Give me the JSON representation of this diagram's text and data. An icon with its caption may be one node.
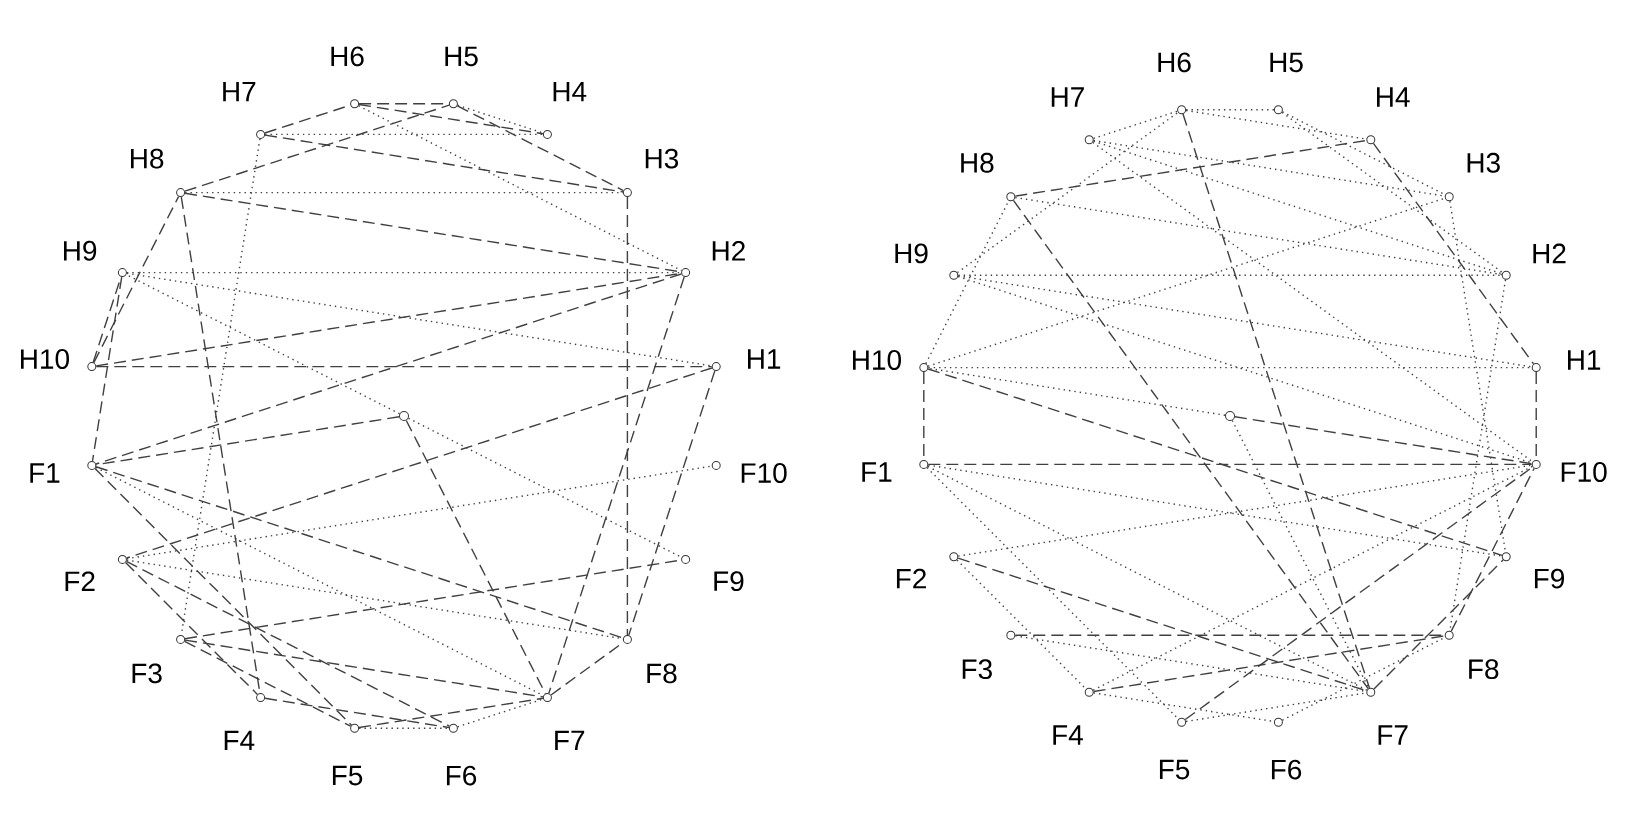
{
  "diagram": {
    "nodes": [
      {
        "text": [
          "H1"
        ]
      },
      {
        "text": [
          "H2"
        ]
      },
      {
        "text": [
          "H3"
        ]
      },
      {
        "text": [
          "H4"
        ]
      },
      {
        "text": [
          "H5"
        ]
      },
      {
        "text": [
          "H6"
        ]
      },
      {
        "text": [
          "H7"
        ]
      },
      {
        "text": [
          "H8"
        ]
      },
      {
        "text": [
          "H9"
        ]
      },
      {
        "text": [
          "H10"
        ]
      },
      {
        "text": [
          "F1"
        ]
      },
      {
        "text": [
          "F2"
        ]
      },
      {
        "text": [
          "F3"
        ]
      },
      {
        "text": [
          "F4"
        ]
      },
      {
        "text": [
          "F5"
        ]
      },
      {
        "text": [
          "F6"
        ]
      },
      {
        "text": [
          "F7"
        ]
      },
      {
        "text": [
          "F8"
        ]
      },
      {
        "text": [
          "F9"
        ]
      },
      {
        "text": [
          "F10"
        ]
      },
      {
        "text": [],
        "shape": "circle"
      },
      {
        "text": [
          "H1"
        ]
      },
      {
        "text": [
          "H2"
        ]
      },
      {
        "text": [
          "H3"
        ]
      },
      {
        "text": [
          "H4"
        ]
      },
      {
        "text": [
          "H5"
        ]
      },
      {
        "text": [
          "H6"
        ]
      },
      {
        "text": [
          "H7"
        ]
      },
      {
        "text": [
          "H8"
        ]
      },
      {
        "text": [
          "H9"
        ]
      },
      {
        "text": [
          "H10"
        ]
      },
      {
        "text": [
          "F1"
        ]
      },
      {
        "text": [
          "F2"
        ]
      },
      {
        "text": [
          "F3"
        ]
      },
      {
        "text": [
          "F4"
        ]
      },
      {
        "text": [
          "F5"
        ]
      },
      {
        "text": [
          "F6"
        ]
      },
      {
        "text": [
          "F7"
        ]
      },
      {
        "text": [
          "F8"
        ]
      },
      {
        "text": [
          "F9"
        ]
      },
      {
        "text": [
          "F10"
        ]
      },
      {
        "text": [],
        "shape": "circle"
      }
    ],
    "edges": [
      {
        "from": 5,
        "to": 4,
        "arrow": "none",
        "style": "dashed"
      },
      {
        "from": 6,
        "to": 5,
        "arrow": "none",
        "style": "dashed"
      },
      {
        "from": 4,
        "to": 3,
        "arrow": "none"
      },
      {
        "from": 5,
        "to": 3,
        "arrow": "none",
        "style": "dashed"
      },
      {
        "from": 6,
        "to": 2,
        "arrow": "none",
        "style": "dashed"
      },
      {
        "from": 7,
        "to": 1,
        "arrow": "none",
        "style": "dashed"
      },
      {
        "from": 7,
        "to": 2,
        "arrow": "none"
      },
      {
        "from": 8,
        "to": 1,
        "arrow": "none"
      },
      {
        "from": 8,
        "to": 0,
        "arrow": "none"
      },
      {
        "from": 7,
        "to": 4,
        "arrow": "none",
        "style": "dashed"
      },
      {
        "from": 6,
        "to": 3,
        "arrow": "none"
      },
      {
        "from": 9,
        "to": 1,
        "arrow": "none",
        "style": "dashed"
      },
      {
        "from": 9,
        "to": 7,
        "arrow": "none",
        "style": "dashed"
      },
      {
        "from": 9,
        "to": 8,
        "arrow": "none",
        "style": "dashed"
      },
      {
        "from": 5,
        "to": 1,
        "arrow": "none"
      },
      {
        "from": 4,
        "to": 2,
        "arrow": "none",
        "style": "dashed"
      },
      {
        "from": 8,
        "to": 10,
        "arrow": "none",
        "style": "dashed"
      },
      {
        "from": 7,
        "to": 13,
        "arrow": "none",
        "style": "dashed"
      },
      {
        "from": 6,
        "to": 12,
        "arrow": "none"
      },
      {
        "from": 1,
        "to": 16,
        "arrow": "none",
        "style": "dashed"
      },
      {
        "from": 0,
        "to": 17,
        "arrow": "none",
        "style": "dashed"
      },
      {
        "from": 0,
        "to": 11,
        "arrow": "none",
        "style": "dashed"
      },
      {
        "from": 1,
        "to": 10,
        "arrow": "none",
        "style": "dashed"
      },
      {
        "from": 9,
        "to": 0,
        "arrow": "none",
        "style": "dashed"
      },
      {
        "from": 2,
        "to": 17,
        "arrow": "none",
        "style": "dashed"
      },
      {
        "from": 10,
        "to": 14,
        "arrow": "none",
        "style": "dashed"
      },
      {
        "from": 10,
        "to": 16,
        "arrow": "none"
      },
      {
        "from": 10,
        "to": 17,
        "arrow": "none",
        "style": "dashed"
      },
      {
        "from": 11,
        "to": 13,
        "arrow": "none",
        "style": "dashed"
      },
      {
        "from": 11,
        "to": 15,
        "arrow": "none",
        "style": "dashed"
      },
      {
        "from": 11,
        "to": 17,
        "arrow": "none"
      },
      {
        "from": 12,
        "to": 14,
        "arrow": "none",
        "style": "dashed"
      },
      {
        "from": 12,
        "to": 16,
        "arrow": "none",
        "style": "dashed"
      },
      {
        "from": 13,
        "to": 15,
        "arrow": "none",
        "style": "dashed"
      },
      {
        "from": 14,
        "to": 15,
        "arrow": "none"
      },
      {
        "from": 14,
        "to": 16,
        "arrow": "none",
        "style": "dashed"
      },
      {
        "from": 15,
        "to": 16,
        "arrow": "none"
      },
      {
        "from": 16,
        "to": 17,
        "arrow": "none",
        "style": "dashed"
      },
      {
        "from": 11,
        "to": 19,
        "arrow": "none"
      },
      {
        "from": 12,
        "to": 18,
        "arrow": "none",
        "style": "dashed"
      },
      {
        "from": 20,
        "to": 18,
        "arrow": "none"
      },
      {
        "from": 20,
        "to": 8,
        "arrow": "none"
      },
      {
        "from": 20,
        "to": 10,
        "arrow": "none",
        "style": "dashed"
      },
      {
        "from": 20,
        "to": 16,
        "arrow": "none",
        "style": "dashed"
      },
      {
        "from": 26,
        "to": 25,
        "arrow": "none"
      },
      {
        "from": 27,
        "to": 26,
        "arrow": "none"
      },
      {
        "from": 26,
        "to": 24,
        "arrow": "none"
      },
      {
        "from": 27,
        "to": 23,
        "arrow": "none"
      },
      {
        "from": 28,
        "to": 22,
        "arrow": "none"
      },
      {
        "from": 29,
        "to": 22,
        "arrow": "none"
      },
      {
        "from": 29,
        "to": 21,
        "arrow": "none"
      },
      {
        "from": 30,
        "to": 21,
        "arrow": "none"
      },
      {
        "from": 30,
        "to": 23,
        "arrow": "none"
      },
      {
        "from": 28,
        "to": 24,
        "arrow": "none",
        "style": "dashed"
      },
      {
        "from": 27,
        "to": 22,
        "arrow": "none"
      },
      {
        "from": 25,
        "to": 22,
        "arrow": "none"
      },
      {
        "from": 25,
        "to": 23,
        "arrow": "none"
      },
      {
        "from": 24,
        "to": 21,
        "arrow": "none",
        "style": "dashed"
      },
      {
        "from": 30,
        "to": 28,
        "arrow": "none"
      },
      {
        "from": 29,
        "to": 26,
        "arrow": "none"
      },
      {
        "from": 30,
        "to": 31,
        "arrow": "none",
        "style": "dashed"
      },
      {
        "from": 30,
        "to": 39,
        "arrow": "none",
        "style": "dashed"
      },
      {
        "from": 29,
        "to": 40,
        "arrow": "none"
      },
      {
        "from": 28,
        "to": 37,
        "arrow": "none",
        "style": "dashed"
      },
      {
        "from": 26,
        "to": 37,
        "arrow": "none",
        "style": "dashed"
      },
      {
        "from": 22,
        "to": 38,
        "arrow": "none"
      },
      {
        "from": 21,
        "to": 40,
        "arrow": "none",
        "style": "dashed"
      },
      {
        "from": 23,
        "to": 39,
        "arrow": "none"
      },
      {
        "from": 27,
        "to": 40,
        "arrow": "none"
      },
      {
        "from": 31,
        "to": 40,
        "arrow": "none",
        "style": "dashed"
      },
      {
        "from": 33,
        "to": 38,
        "arrow": "none",
        "style": "dashed"
      },
      {
        "from": 31,
        "to": 35,
        "arrow": "none"
      },
      {
        "from": 31,
        "to": 37,
        "arrow": "none"
      },
      {
        "from": 31,
        "to": 39,
        "arrow": "none"
      },
      {
        "from": 32,
        "to": 34,
        "arrow": "none"
      },
      {
        "from": 32,
        "to": 37,
        "arrow": "none",
        "style": "dashed"
      },
      {
        "from": 32,
        "to": 40,
        "arrow": "none"
      },
      {
        "from": 33,
        "to": 37,
        "arrow": "none"
      },
      {
        "from": 34,
        "to": 36,
        "arrow": "none"
      },
      {
        "from": 34,
        "to": 38,
        "arrow": "none",
        "style": "dashed"
      },
      {
        "from": 35,
        "to": 37,
        "arrow": "none"
      },
      {
        "from": 35,
        "to": 40,
        "arrow": "none",
        "style": "dashed"
      },
      {
        "from": 36,
        "to": 38,
        "arrow": "none"
      },
      {
        "from": 37,
        "to": 39,
        "arrow": "none",
        "style": "dashed"
      },
      {
        "from": 38,
        "to": 40,
        "arrow": "none",
        "style": "dashed"
      },
      {
        "from": 34,
        "to": 40,
        "arrow": "none"
      },
      {
        "from": 41,
        "to": 40,
        "arrow": "none",
        "style": "dashed"
      },
      {
        "from": 41,
        "to": 30,
        "arrow": "none"
      },
      {
        "from": 41,
        "to": 37,
        "arrow": "none"
      }
    ]
  }
}
